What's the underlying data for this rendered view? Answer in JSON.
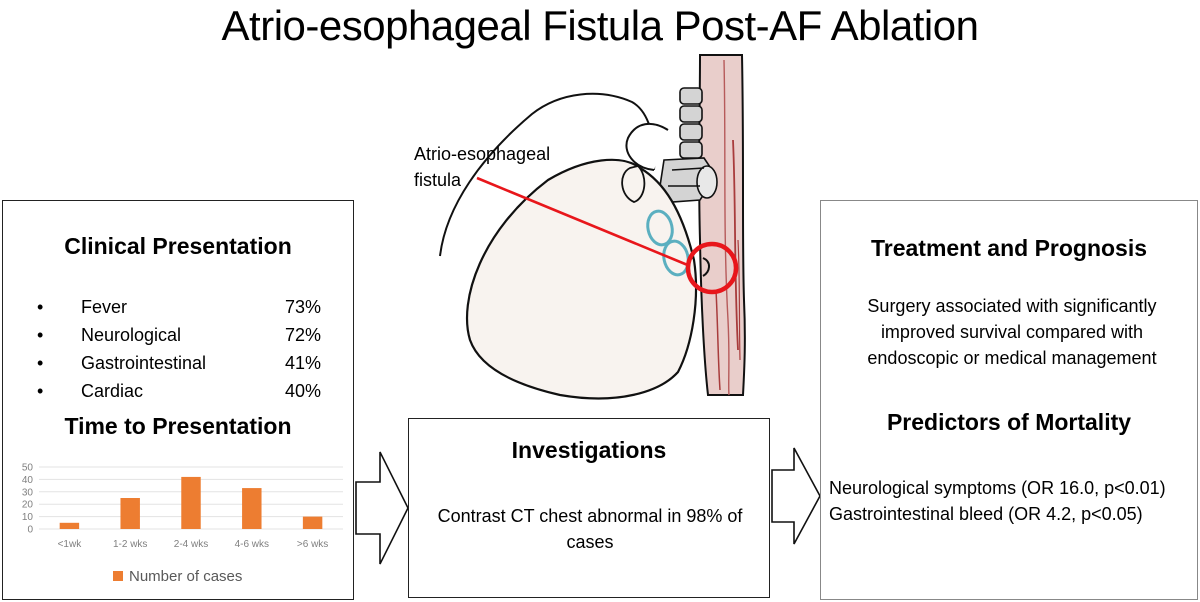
{
  "title": "Atrio-esophageal Fistula Post-AF Ablation",
  "diagram": {
    "fistula_label_line1": "Atrio-esophageal",
    "fistula_label_line2": "fistula"
  },
  "clinical_presentation": {
    "heading": "Clinical Presentation",
    "items": [
      {
        "label": "Fever",
        "value": "73%"
      },
      {
        "label": "Neurological",
        "value": "72%"
      },
      {
        "label": "Gastrointestinal",
        "value": "41%"
      },
      {
        "label": "Cardiac",
        "value": "40%"
      }
    ]
  },
  "time_to_presentation": {
    "heading": "Time to Presentation"
  },
  "chart_data": {
    "type": "bar",
    "categories": [
      "<1wk",
      "1-2 wks",
      "2-4 wks",
      "4-6 wks",
      ">6 wks"
    ],
    "series": [
      {
        "name": "Number of cases",
        "values": [
          5,
          25,
          42,
          33,
          10
        ]
      }
    ],
    "ylim": [
      0,
      50
    ],
    "yticks": [
      0,
      10,
      20,
      30,
      40,
      50
    ],
    "legend": "bottom",
    "color": "#ED7D31"
  },
  "investigations": {
    "heading": "Investigations",
    "text": "Contrast CT chest abnormal in 98% of cases"
  },
  "treatment": {
    "heading": "Treatment and Prognosis",
    "text": "Surgery associated with significantly improved survival compared with endoscopic or medical management"
  },
  "predictors": {
    "heading": "Predictors of Mortality",
    "items": [
      "Neurological symptoms (OR 16.0, p<0.01)",
      "Gastrointestinal bleed (OR 4.2, p<0.05)"
    ]
  },
  "colors": {
    "bar": "#ED7D31",
    "fistula_marker": "#E8161B",
    "heart_fill": "#F8F3EF",
    "esophagus_fill": "#E9CECB",
    "ablation_ring": "#5BAFC0"
  }
}
